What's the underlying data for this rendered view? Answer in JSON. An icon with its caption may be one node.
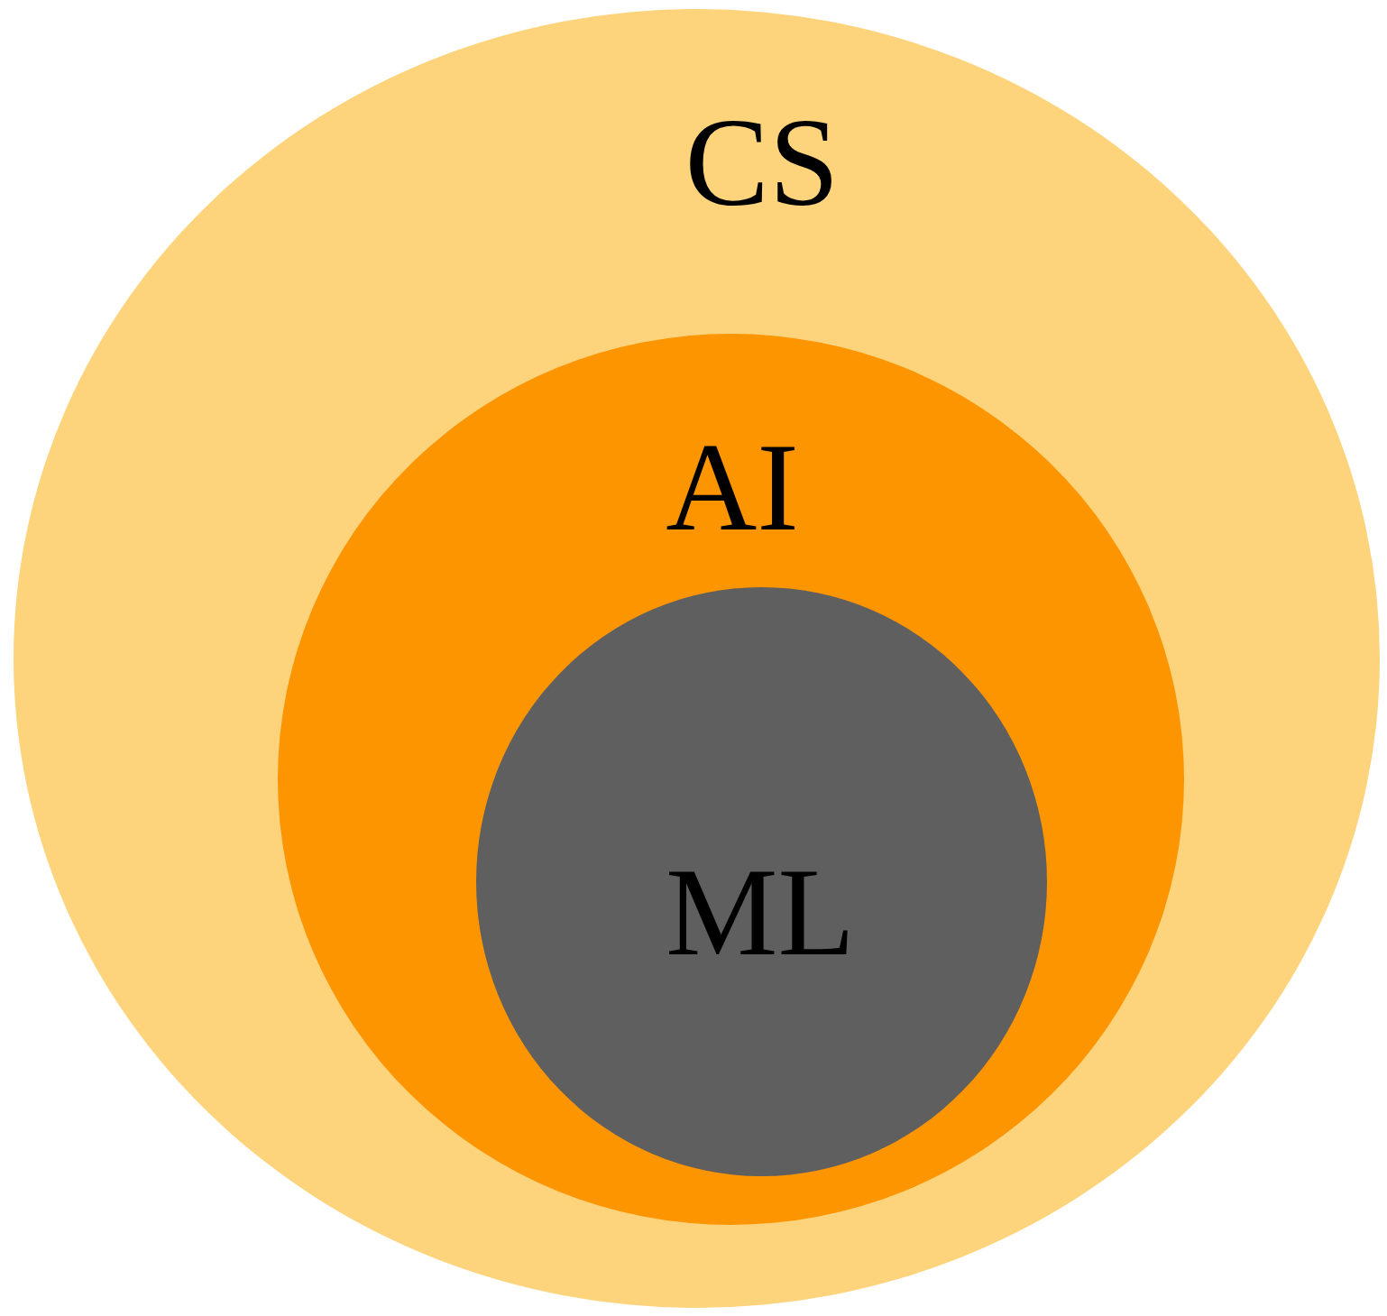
{
  "diagram": {
    "nodes": [
      {
        "text": [
          "CS"
        ]
      },
      {
        "text": [
          "AI"
        ],
        "in": 0
      },
      {
        "text": [
          "ML"
        ],
        "in": 1
      }
    ]
  }
}
